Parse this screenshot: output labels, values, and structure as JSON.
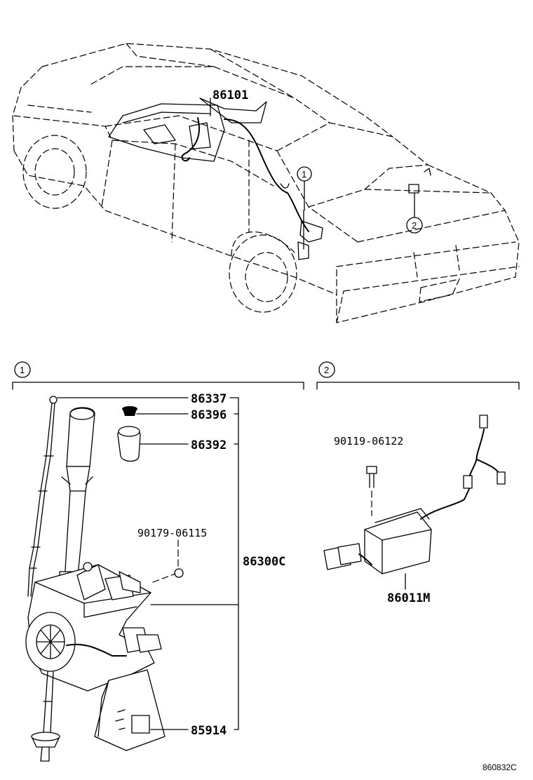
{
  "diagram": {
    "callouts": {
      "c1": "1",
      "c2": "2"
    },
    "sections": {
      "s1": "1",
      "s2": "2"
    },
    "parts": {
      "p86101": "86101",
      "p86337": "86337",
      "p86396": "86396",
      "p86392": "86392",
      "p90179": "90179-06115",
      "p86300C": "86300C",
      "p85914": "85914",
      "p90119": "90119-06122",
      "p86011M": "86011M"
    },
    "figure_code": "860832C"
  }
}
